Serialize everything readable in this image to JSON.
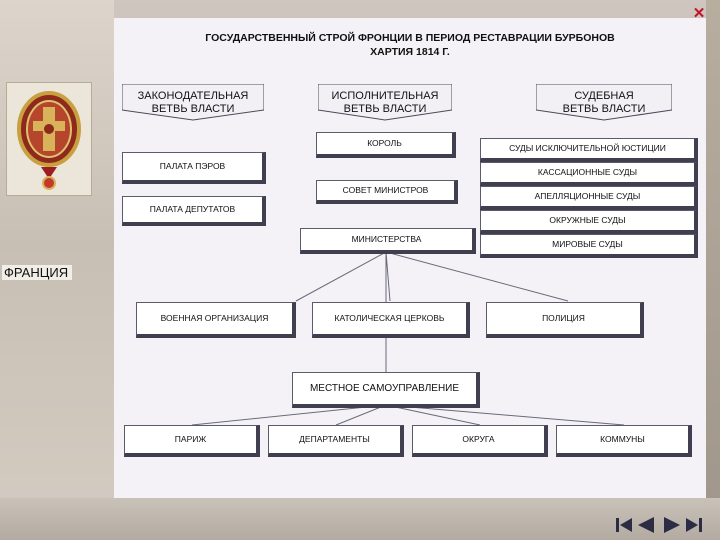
{
  "title_line1": "ГОСУДАРСТВЕННЫЙ СТРОЙ ФРОНЦИИ В ПЕРИОД РЕСТАВРАЦИИ БУРБОНОВ",
  "title_line2": "ХАРТИЯ 1814 Г.",
  "side_label": "ФРАНЦИЯ",
  "branches": {
    "legislative": [
      "ЗАКОНОДАТЕЛЬНАЯ",
      "ВЕТВЬ ВЛАСТИ"
    ],
    "executive": [
      "ИСПОЛНИТЕЛЬНАЯ",
      "ВЕТВЬ ВЛАСТИ"
    ],
    "judicial": [
      "СУДЕБНАЯ",
      "ВЕТВЬ ВЛАСТИ"
    ]
  },
  "legislative": {
    "peers": "ПАЛАТА ПЭРОВ",
    "deputies": "ПАЛАТА ДЕПУТАТОВ"
  },
  "executive": {
    "king": "КОРОЛЬ",
    "council": "СОВЕТ МИНИСТРОВ",
    "ministries": "МИНИСТЕРСТВА"
  },
  "judicial": {
    "justice": "СУДЫ ИСКЛЮЧИТЕЛЬНОЙ ЮСТИЦИИ",
    "cassation": "КАССАЦИОННЫЕ СУДЫ",
    "appeal": "АПЕЛЛЯЦИОННЫЕ СУДЫ",
    "district": "ОКРУЖНЫЕ СУДЫ",
    "peace": "МИРОВЫЕ СУДЫ"
  },
  "institutions": {
    "military": "ВОЕННАЯ ОРГАНИЗАЦИЯ",
    "church": "КАТОЛИЧЕСКАЯ ЦЕРКОВЬ",
    "police": "ПОЛИЦИЯ"
  },
  "local": {
    "title": "МЕСТНОЕ САМОУПРАВЛЕНИЕ",
    "paris": "ПАРИЖ",
    "departments": "ДЕПАРТАМЕНТЫ",
    "districts": "ОКРУГА",
    "communes": "КОММУНЫ"
  },
  "colors": {
    "box_shadow": "#3f3f50",
    "banner_fill": "#f2f0f5",
    "close": "#c0152b"
  },
  "icons": [
    "close-icon",
    "nav-first-icon",
    "nav-prev-icon",
    "nav-next-icon",
    "nav-last-icon",
    "coat-of-arms"
  ]
}
